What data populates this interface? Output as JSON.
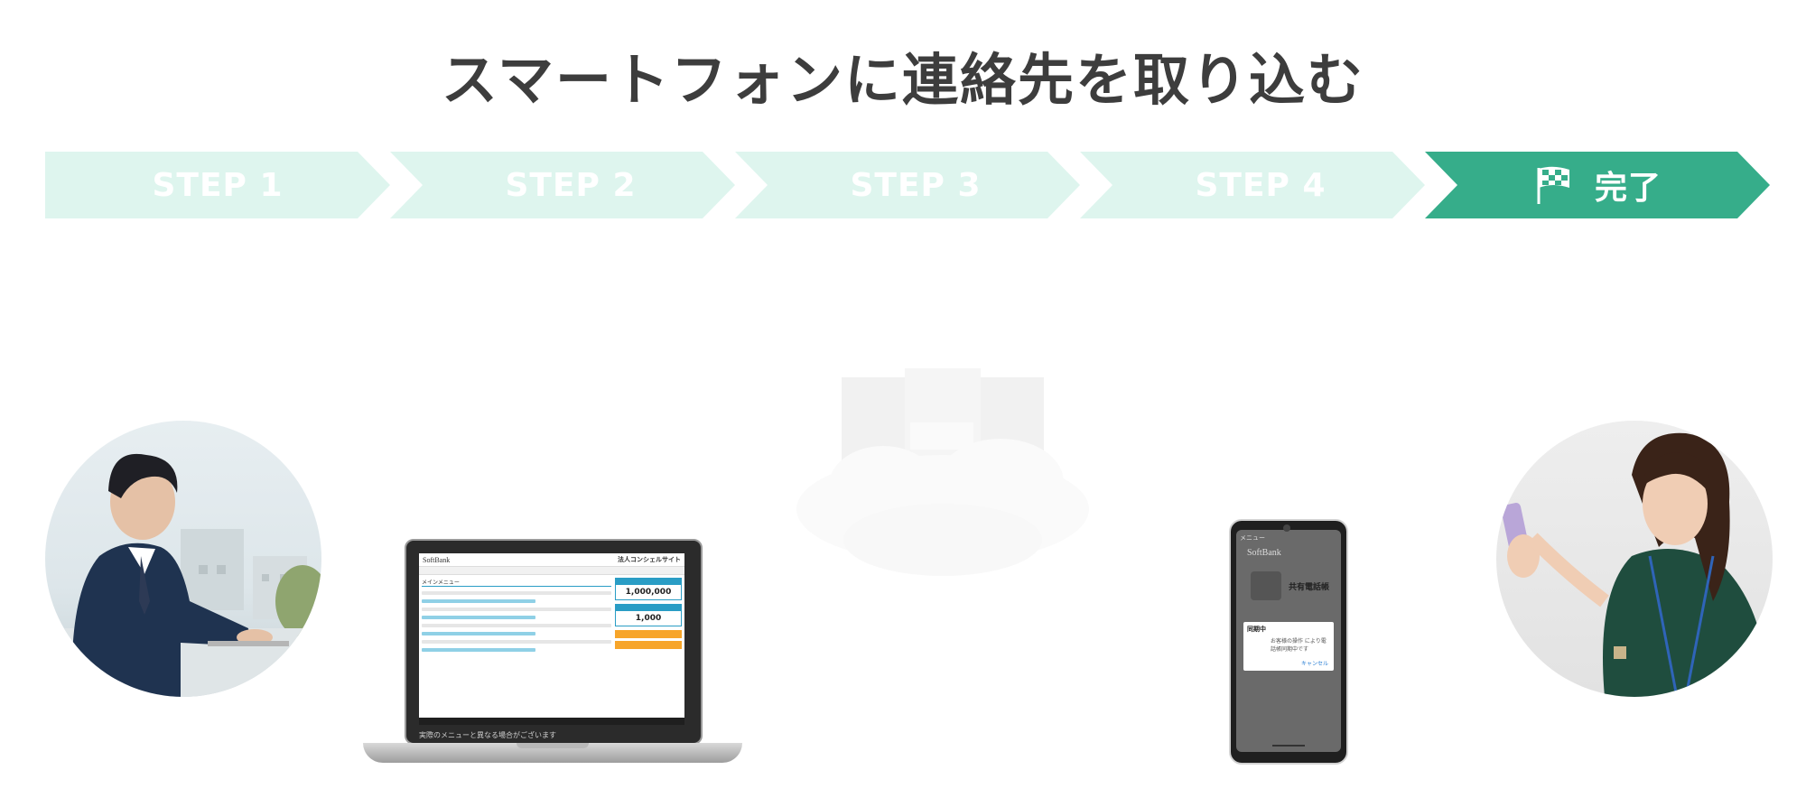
{
  "title": "スマートフォンに連絡先を取り込む",
  "steps": [
    {
      "label": "STEP 1",
      "state": "inactive"
    },
    {
      "label": "STEP 2",
      "state": "inactive"
    },
    {
      "label": "STEP 3",
      "state": "inactive"
    },
    {
      "label": "STEP 4",
      "state": "inactive"
    },
    {
      "label": "完了",
      "state": "active",
      "icon": "checkered-flag-icon"
    }
  ],
  "colors": {
    "step_inactive": "#def5ee",
    "step_active": "#36ad8a",
    "title": "#3d3d3d"
  },
  "laptop_screen": {
    "brand": "SoftBank",
    "site_name": "法人コンシェルサイト",
    "menu_label": "メインメニュー",
    "amount": "1,000,000",
    "count": "1,000",
    "notice": "実際のメニューと異なる場合がございます"
  },
  "phone_screen": {
    "menu_label": "メニュー",
    "brand": "SoftBank",
    "app_title": "共有電話帳",
    "dialog_title": "同期中",
    "dialog_message": "お客様の操作 により電話帳同期中です",
    "dialog_cancel": "キャンセル"
  }
}
